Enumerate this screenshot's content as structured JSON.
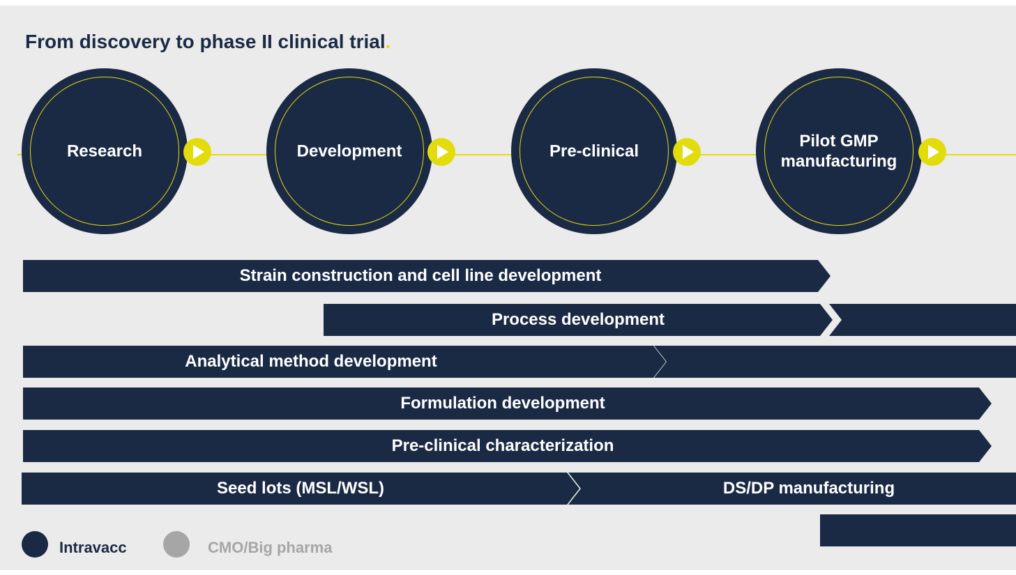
{
  "title": {
    "text": "From discovery to phase II clinical trial",
    "dot": "."
  },
  "stages": [
    {
      "label": "Research"
    },
    {
      "label": "Development"
    },
    {
      "label": "Pre-clinical"
    },
    {
      "label": "Pilot GMP manufacturing"
    }
  ],
  "bars": [
    {
      "label": "Strain construction and cell line development"
    },
    {
      "label": "Process development"
    },
    {
      "label": "Analytical method development"
    },
    {
      "label": "Formulation development"
    },
    {
      "label": "Pre-clinical characterization"
    },
    {
      "label": "Seed lots (MSL/WSL)"
    },
    {
      "label": "DS/DP manufacturing"
    }
  ],
  "legend": [
    {
      "label": "Intravacc",
      "color": "#1b2a44"
    },
    {
      "label": "CMO/Big pharma",
      "color": "#a6a6a6"
    }
  ],
  "colors": {
    "navy": "#1b2a44",
    "accent": "#e3dc0c",
    "background": "#ebebeb",
    "muted": "#a6a6a6"
  }
}
